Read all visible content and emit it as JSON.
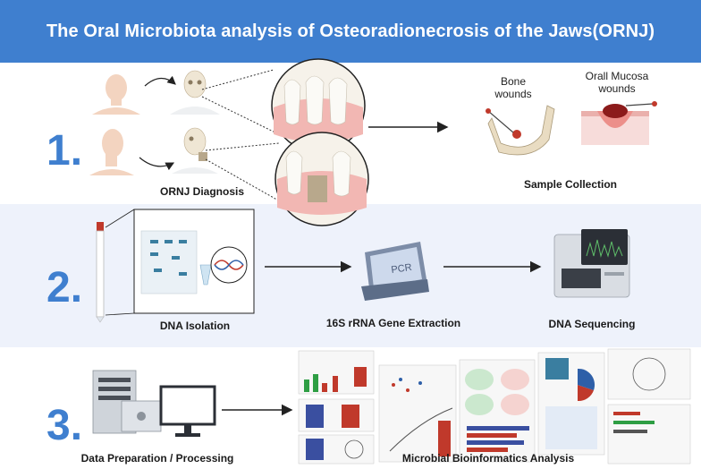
{
  "title": "The Oral Microbiota analysis of Osteoradionecrosis of the Jaws(ORNJ)",
  "steps": [
    {
      "number": "1.",
      "labels": {
        "diagnosis": "ORNJ Diagnosis",
        "sample": "Sample Collection",
        "bone": "Bone wounds",
        "mucosa": "Orall Mucosa wounds"
      }
    },
    {
      "number": "2.",
      "labels": {
        "isolation": "DNA Isolation",
        "extraction": "16S rRNA Gene Extraction",
        "sequencing": "DNA Sequencing",
        "pcr": "PCR"
      }
    },
    {
      "number": "3.",
      "labels": {
        "preparation": "Data Preparation / Processing",
        "analysis": "Microbial Bioinformatics Analysis"
      }
    }
  ],
  "colors": {
    "banner": "#3f7fcf",
    "step_number": "#3f7fcf",
    "band2": "#eef2fb"
  }
}
